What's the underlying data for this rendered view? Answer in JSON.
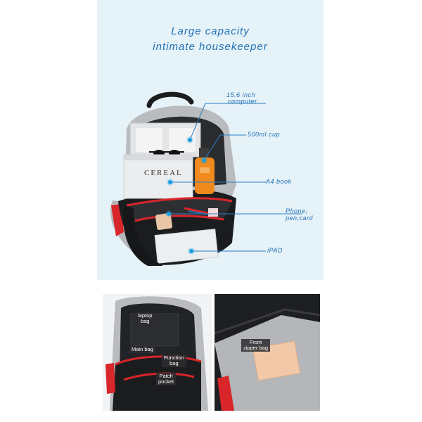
{
  "headline": {
    "line1": "Large capacity",
    "line2": "intimate housekeeper"
  },
  "callouts": {
    "computer": [
      "15.6 inch",
      "computer"
    ],
    "cup": "500ml cup",
    "book": "A4 book",
    "phone": [
      "Phone,",
      "pen,card"
    ],
    "ipad": "iPAD"
  },
  "book_cover_text": "CEREAL",
  "inner_tags": {
    "laptop_bag": [
      "laptop",
      "bag"
    ],
    "main_bag": "Main bag",
    "function_bag": [
      "Function",
      "bag"
    ],
    "patch_pocket": [
      "Patch",
      "pocket"
    ],
    "front_zipper_bag": [
      "Front",
      "zipper bag"
    ]
  },
  "colors": {
    "accent": "#1f6fb3",
    "backdrop": "#e5f2f8",
    "bag_grey": "#b9bbbe",
    "bag_black": "#1b1c1e",
    "trim_red": "#d8262a",
    "bottle_orange": "#f08a1c"
  }
}
